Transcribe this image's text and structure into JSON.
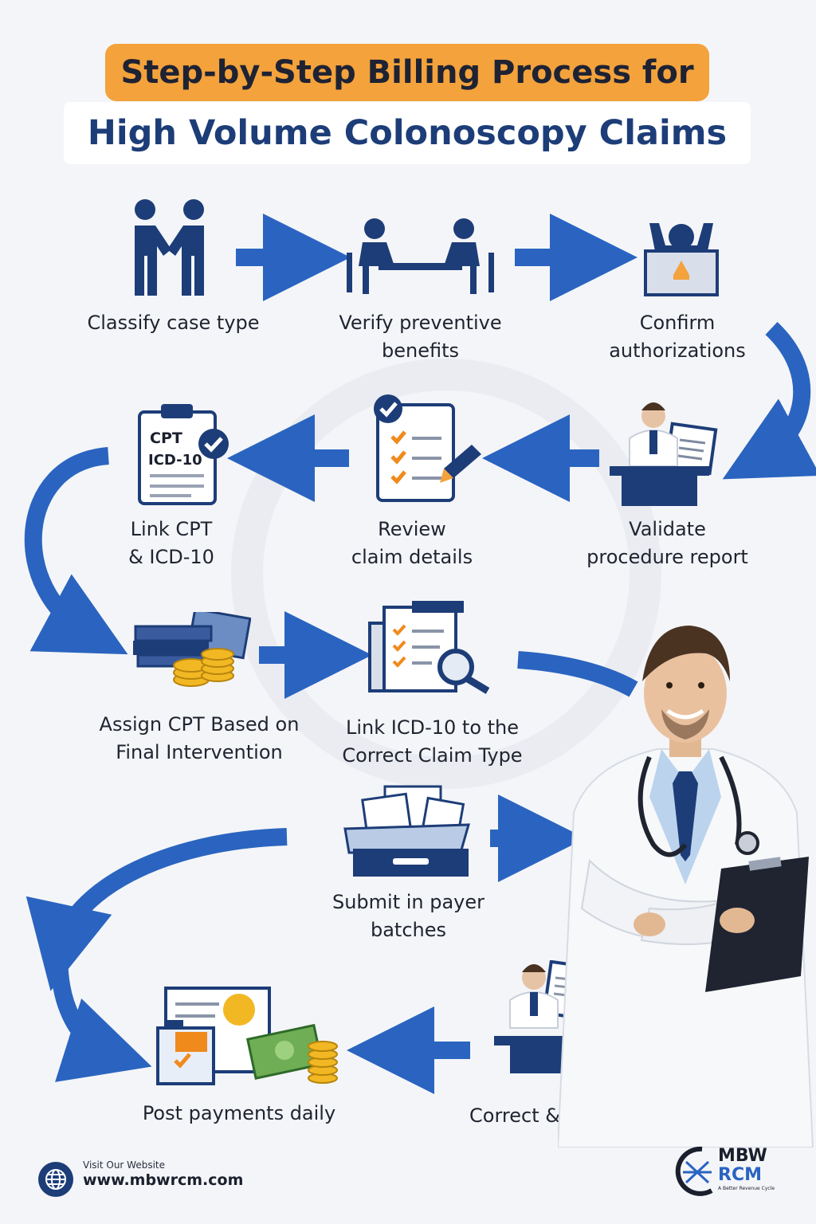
{
  "header": {
    "title": "Step-by-Step Billing Process for",
    "subtitle": "High Volume Colonoscopy Claims"
  },
  "steps": [
    {
      "label": "Classify case type",
      "icon": "handshake-icon"
    },
    {
      "label": "Verify preventive\nbenefits",
      "icon": "meeting-icon"
    },
    {
      "label": "Confirm\nauthorizations",
      "icon": "authorization-icon"
    },
    {
      "label": "Validate\nprocedure report",
      "icon": "doctor-desk-icon"
    },
    {
      "label": "Review\nclaim details",
      "icon": "checklist-icon"
    },
    {
      "label": "Link CPT\n& ICD-10",
      "icon": "clipboard-icon"
    },
    {
      "label": "Assign CPT Based on\nFinal Intervention",
      "icon": "money-stack-icon"
    },
    {
      "label": "Link ICD-10 to the\nCorrect Claim Type",
      "icon": "document-search-icon"
    },
    {
      "label": "Submit in payer\nbatches",
      "icon": "file-tray-icon"
    },
    {
      "label": "Correct & resolve denials",
      "icon": "doctor-review-icon"
    },
    {
      "label": "Post payments daily",
      "icon": "payment-icon"
    }
  ],
  "clipboard_text": {
    "line1": "CPT",
    "line2": "ICD-10"
  },
  "footer": {
    "visit_label": "Visit Our Website",
    "url": "www.mbwrcm.com"
  },
  "logo": {
    "line1": "MBW",
    "line2": "RCM",
    "tagline": "A Better Revenue Cycle"
  },
  "colors": {
    "accent": "#f3a23c",
    "primary": "#1d3d78",
    "arrow": "#2a64c0"
  }
}
